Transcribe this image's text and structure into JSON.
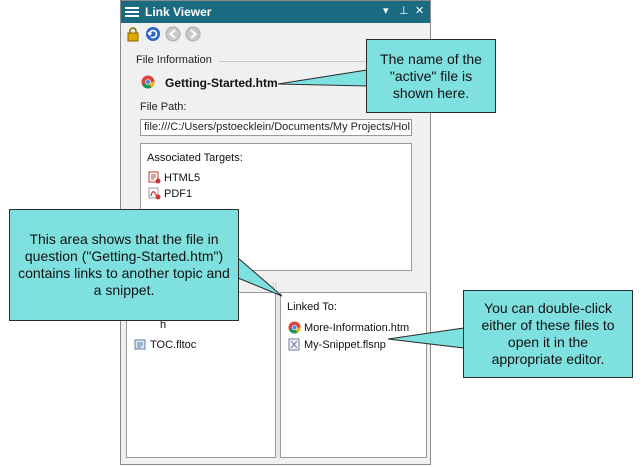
{
  "window": {
    "title": "Link Viewer",
    "controls": {
      "dropdown": "▾",
      "pin": "⊥",
      "close": "✕"
    }
  },
  "toolbar": {
    "icons": [
      "lock-icon",
      "refresh-icon",
      "back-icon",
      "forward-icon"
    ]
  },
  "file_info": {
    "section_label": "File Information",
    "file_name": "Getting-Started.htm",
    "file_path_label": "File Path:",
    "file_path_value": "file:///C:/Users/pstoecklein/Documents/My Projects/Hol"
  },
  "associated_targets": {
    "label": "Associated Targets:",
    "items": [
      {
        "name": "HTML5",
        "icon": "html5-target-icon"
      },
      {
        "name": "PDF1",
        "icon": "pdf-target-icon"
      }
    ]
  },
  "linked_from": {
    "items": [
      {
        "name": "h",
        "icon": "file-icon"
      },
      {
        "name": "TOC.fltoc",
        "icon": "toc-icon"
      }
    ]
  },
  "linked_to": {
    "label": "Linked To:",
    "items": [
      {
        "name": "More-Information.htm",
        "icon": "chrome-icon"
      },
      {
        "name": "My-Snippet.flsnp",
        "icon": "snippet-icon"
      }
    ]
  },
  "callouts": {
    "file_name": "The name of the \"active\" file is shown here.",
    "links_area": "This area shows that the file in question (\"Getting-Started.htm\") contains links to another topic and a snippet.",
    "double_click": "You can double-click either of these files to open it in the appropriate editor."
  },
  "colors": {
    "titlebar": "#1a6a82",
    "callout_fill": "#7fe0e0"
  }
}
